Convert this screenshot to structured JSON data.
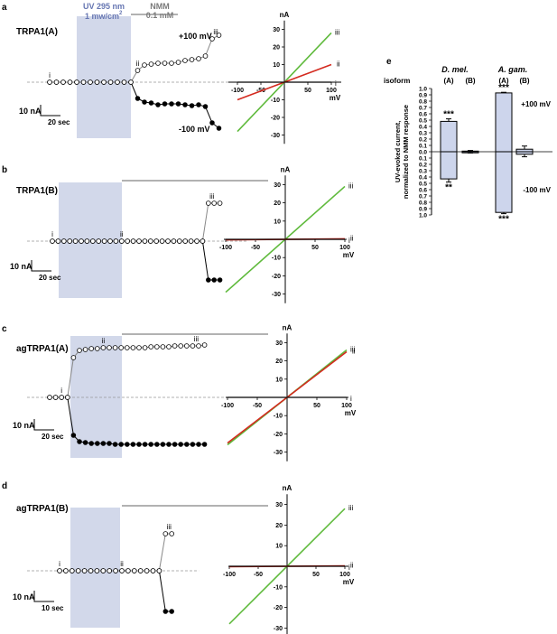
{
  "stim": {
    "uv_label_1": "UV 295 nm",
    "uv_label_2": "1 mw/cm",
    "uv_label_sup": "2",
    "nmm_label_1": "NMM",
    "nmm_label_2": "0.1 mM"
  },
  "colors": {
    "uv_shade": "#d2d8ea",
    "uv_text": "#6676b2",
    "nmm_text": "#7a7a7a",
    "trace_i": "#000000",
    "trace_ii": "#d42a1f",
    "trace_iii": "#5fba3c",
    "bar_fill": "#cdd5ec"
  },
  "panels": [
    {
      "letter": "a",
      "name": "TRPA1(A)",
      "scale_y": "10 nA",
      "scale_x": "20 sec",
      "label_pos": "+100 mV",
      "label_neg": "-100 mV",
      "iv_yunit": "nA",
      "iv_xunit": "mV",
      "iv_xticks": [
        "-100",
        "-50",
        "50",
        "100"
      ],
      "iv_yticks": [
        "30",
        "20",
        "10",
        "-10",
        "-20",
        "-30"
      ],
      "iv_ylim": [
        -35,
        35
      ],
      "iv_slopes": [
        0.0,
        0.1,
        0.28
      ]
    },
    {
      "letter": "b",
      "name": "TRPA1(B)",
      "scale_y": "10 nA",
      "scale_x": "20 sec",
      "label_pos": "",
      "label_neg": "",
      "iv_yunit": "nA",
      "iv_xunit": "mV",
      "iv_xticks": [
        "-100",
        "-50",
        "50",
        "100"
      ],
      "iv_yticks": [
        "30",
        "20",
        "10",
        "-10",
        "-20",
        "-30"
      ],
      "iv_ylim": [
        -35,
        35
      ],
      "iv_slopes": [
        0.0,
        0.003,
        0.29
      ]
    },
    {
      "letter": "c",
      "name": "agTRPA1(A)",
      "scale_y": "10 nA",
      "scale_x": "20 sec",
      "label_pos": "",
      "label_neg": "",
      "iv_yunit": "nA",
      "iv_xunit": "mV",
      "iv_xticks": [
        "-100",
        "-50",
        "50",
        "100"
      ],
      "iv_yticks": [
        "30",
        "20",
        "10",
        "-10",
        "-20",
        "-30"
      ],
      "iv_ylim": [
        -32,
        32
      ],
      "iv_slopes": [
        0.0,
        0.25,
        0.26
      ]
    },
    {
      "letter": "d",
      "name": "agTRPA1(B)",
      "scale_y": "10 nA",
      "scale_x": "10 sec",
      "label_pos": "",
      "label_neg": "",
      "iv_yunit": "nA",
      "iv_xunit": "mV",
      "iv_xticks": [
        "-100",
        "-50",
        "50",
        "100"
      ],
      "iv_yticks": [
        "30",
        "20",
        "10",
        "-10",
        "-20",
        "-30"
      ],
      "iv_ylim": [
        -32,
        32
      ],
      "iv_slopes": [
        0.0,
        0.002,
        0.28
      ]
    }
  ],
  "trace_markers": [
    "i",
    "ii",
    "iii"
  ],
  "chart_data": {
    "type": "bar",
    "panel_letter": "e",
    "isoform_label": "isoform",
    "species": [
      "D. mel.",
      "A. gam."
    ],
    "categories": [
      "(A)",
      "(B)",
      "(A)",
      "(B)"
    ],
    "ylabel_1": "UV-evoked current,",
    "ylabel_2": "normalized to NMM response",
    "ylim": [
      -1.0,
      1.0
    ],
    "yticks": [
      "1.0",
      "0.9",
      "0.8",
      "0.7",
      "0.6",
      "0.5",
      "0.4",
      "0.3",
      "0.2",
      "0.1",
      "0.0",
      "0.1",
      "0.2",
      "0.3",
      "0.4",
      "0.5",
      "0.6",
      "0.7",
      "0.8",
      "0.9",
      "1.0"
    ],
    "series": [
      {
        "name": "+100 mV",
        "values": [
          0.48,
          0.01,
          0.93,
          0.04
        ],
        "errors": [
          0.04,
          0.01,
          0.01,
          0.05
        ],
        "stars": [
          "***",
          "",
          "***",
          ""
        ]
      },
      {
        "name": "-100 mV",
        "values": [
          -0.43,
          -0.01,
          -0.96,
          -0.04
        ],
        "errors": [
          0.05,
          0.01,
          0.02,
          0.04
        ],
        "stars": [
          "**",
          "",
          "***",
          ""
        ]
      }
    ]
  }
}
